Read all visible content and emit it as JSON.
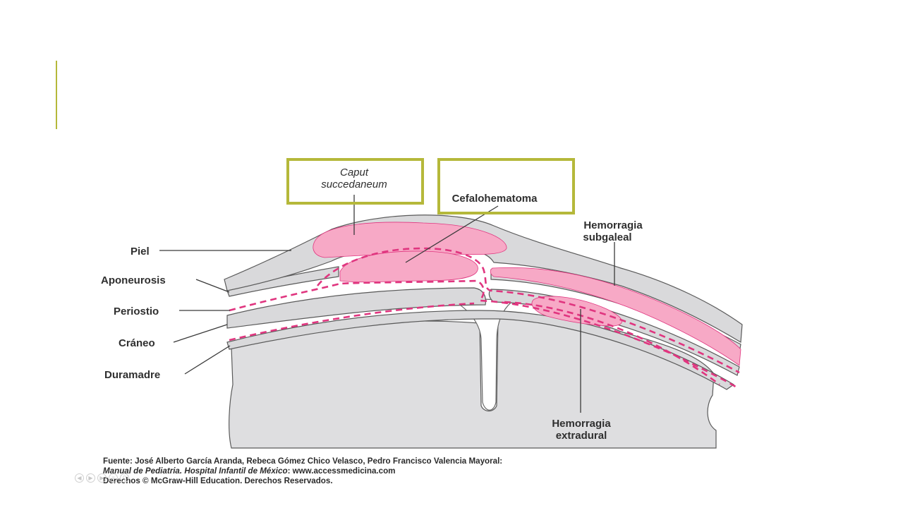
{
  "colors": {
    "accent": "#b5b83a",
    "skin_pink": "#f6b3cc",
    "hemorrhage_pink": "#f7a9c6",
    "dashed_line": "#e0357f",
    "tissue_gray": "#d9d9db",
    "brain_gray": "#dedee0",
    "outline": "#5a5a5a"
  },
  "labels": {
    "caput": [
      "Caput",
      "succedaneum"
    ],
    "cefalohematoma": "Cefalohematoma",
    "hemorragia_subgaleal": [
      "Hemorragia",
      "subgaleal"
    ],
    "hemorragia_extradural": [
      "Hemorragia",
      "extradural"
    ],
    "piel": "Piel",
    "aponeurosis": "Aponeurosis",
    "periostio": "Periostio",
    "craneo": "Cráneo",
    "duramadre": "Duramadre"
  },
  "source": {
    "line1": "Fuente: José Alberto García Aranda, Rebeca Gómez Chico Velasco, Pedro Francisco Valencia Mayoral:",
    "line2_italic": "Manual de Pediatria. Hospital Infantil de México",
    "line2_rest": ": www.accessmedicina.com",
    "line3": "Derechos © McGraw-Hill Education. Derechos Reservados."
  },
  "slide_nav_icons": [
    "prev-icon",
    "play-icon",
    "next-icon",
    "menu-icon",
    "zoom-icon"
  ]
}
